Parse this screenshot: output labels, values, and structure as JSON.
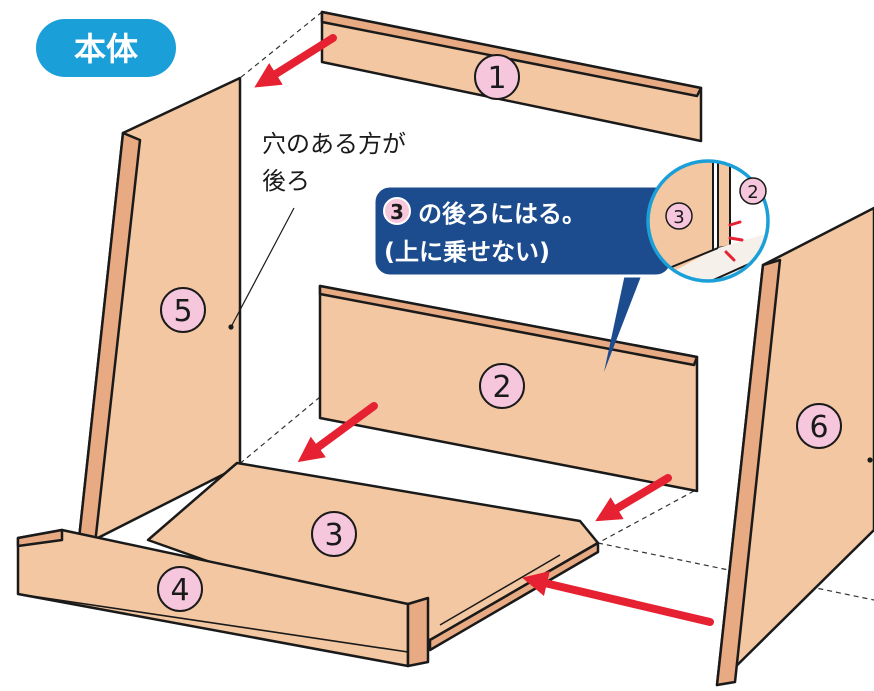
{
  "title": "本体",
  "note": {
    "line1": "穴のある方が",
    "line2": "後ろ"
  },
  "callout": {
    "ref_number": "3",
    "line1": "の後ろにはる。",
    "line2": "(上に乗せない)"
  },
  "inset": {
    "label_left": "3",
    "label_right": "2"
  },
  "parts": [
    {
      "id": "part-1",
      "number": "1"
    },
    {
      "id": "part-2",
      "number": "2"
    },
    {
      "id": "part-3",
      "number": "3"
    },
    {
      "id": "part-4",
      "number": "4"
    },
    {
      "id": "part-5",
      "number": "5"
    },
    {
      "id": "part-6",
      "number": "6"
    }
  ],
  "colors": {
    "board": "#f3c7a1",
    "board_side": "#e7aa82",
    "badge_blue": "#1a9fd9",
    "callout_navy": "#1d4c8e",
    "number_circle": "#f6c6dc",
    "arrow_red": "#e62131"
  }
}
